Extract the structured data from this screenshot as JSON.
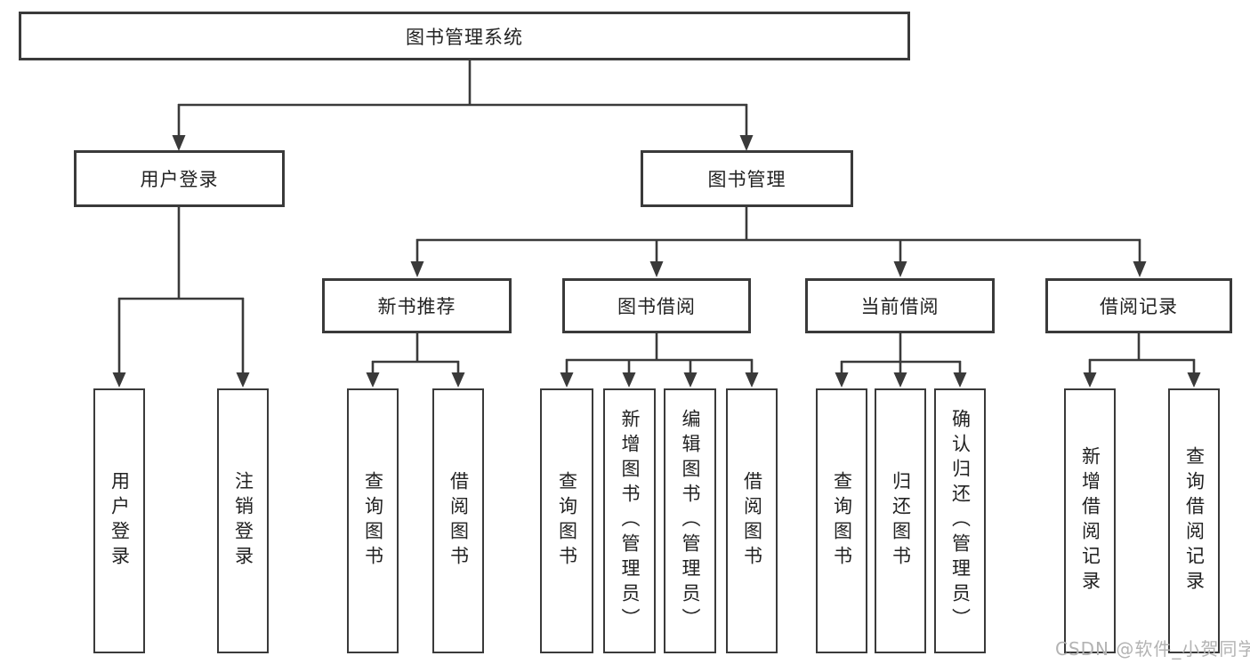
{
  "diagram": {
    "root_label": "图书管理系统",
    "level2": [
      {
        "label": "用户登录",
        "children": [
          "用户登录",
          "注销登录"
        ]
      },
      {
        "label": "图书管理"
      }
    ],
    "modules": [
      {
        "label": "新书推荐",
        "children": [
          "查询图书",
          "借阅图书"
        ]
      },
      {
        "label": "图书借阅",
        "children": [
          "查询图书",
          "新增图书（管理员）",
          "编辑图书（管理员）",
          "借阅图书"
        ]
      },
      {
        "label": "当前借阅",
        "children": [
          "查询图书",
          "归还图书",
          "确认归还（管理员）"
        ]
      },
      {
        "label": "借阅记录",
        "children": [
          "新增借阅记录",
          "查询借阅记录"
        ]
      }
    ],
    "watermark": "CSDN @软件_小贺同学"
  },
  "colors": {
    "line": "#3a3a3a",
    "text": "#222222",
    "watermark": "#b3b3b3"
  }
}
